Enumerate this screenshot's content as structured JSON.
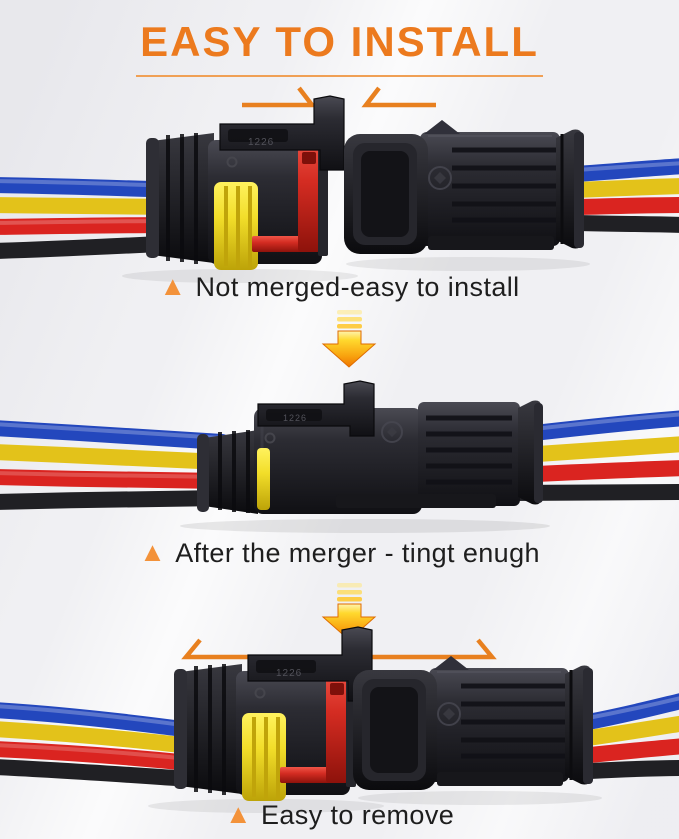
{
  "title": {
    "text": "EASY TO INSTALL"
  },
  "bullet_icon": "▲",
  "steps": [
    {
      "caption": "Not merged-easy to install",
      "state": "separated"
    },
    {
      "caption": "After the merger - tingt enugh",
      "state": "merged"
    },
    {
      "caption": "Easy to remove",
      "state": "separated"
    }
  ],
  "connector": {
    "molded_text": "1226",
    "wire_colors_top_to_bottom": [
      "blue",
      "yellow",
      "red",
      "black"
    ]
  },
  "colors": {
    "accent_orange": "#ec7a1e",
    "triangle_orange": "#f3923a",
    "mark_orange": "#e8801f",
    "arrow_top": "#ffe14d",
    "arrow_bottom": "#ef7500",
    "wire_blue": "#2347bd",
    "wire_yellow": "#e3c21a",
    "wire_red": "#da2420",
    "wire_black": "#202024",
    "seal_yellow": "#f2de2a",
    "clip_red": "#d42c22",
    "housing_black": "#232329",
    "background": "#f0f0f3"
  }
}
